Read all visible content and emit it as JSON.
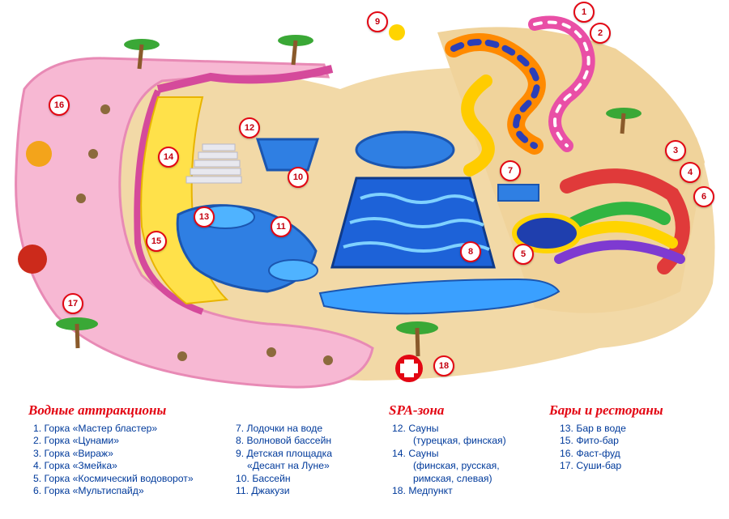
{
  "map": {
    "markers": [
      {
        "label": "1"
      },
      {
        "label": "2"
      },
      {
        "label": "3"
      },
      {
        "label": "4"
      },
      {
        "label": "5"
      },
      {
        "label": "6"
      },
      {
        "label": "7"
      },
      {
        "label": "8"
      },
      {
        "label": "9"
      },
      {
        "label": "10"
      },
      {
        "label": "11"
      },
      {
        "label": "12"
      },
      {
        "label": "13"
      },
      {
        "label": "14"
      },
      {
        "label": "15"
      },
      {
        "label": "16"
      },
      {
        "label": "17"
      },
      {
        "label": "18"
      }
    ]
  },
  "legend": {
    "water": {
      "title": "Водные аттракционы",
      "items_col1": [
        "1. Горка «Мастер бластер»",
        "2. Горка  «Цунами»",
        "3. Горка «Вираж»",
        "4. Горка «Змейка»",
        "5. Горка «Космический водоворот»",
        "6. Горка «Мультиспайд»"
      ],
      "items_col2": [
        "7. Лодочки на воде",
        "8. Волновой бассейн",
        "9. Детская площадка",
        "«Десант на Луне»",
        "10. Бассейн",
        "11. Джакузи"
      ]
    },
    "spa": {
      "title": "SPA-зона",
      "items": [
        "12. Сауны",
        "(турецкая, финская)",
        "14. Сауны",
        "(финская, русская,",
        "римская, слевая)",
        "18. Медпункт"
      ]
    },
    "bars": {
      "title": "Бары и рестораны",
      "items": [
        "13. Бар в воде",
        "15. Фито-бар",
        "16. Фаст-фуд",
        "17. Суши-бар"
      ]
    }
  },
  "colors": {
    "marker_red": "#e30613",
    "legend_text": "#003a9b",
    "sand": "#f2d9a7",
    "pink_walkway": "#f7b8d3",
    "pool_blue": "#2f7fe3",
    "yellow_deck": "#ffe14a"
  }
}
